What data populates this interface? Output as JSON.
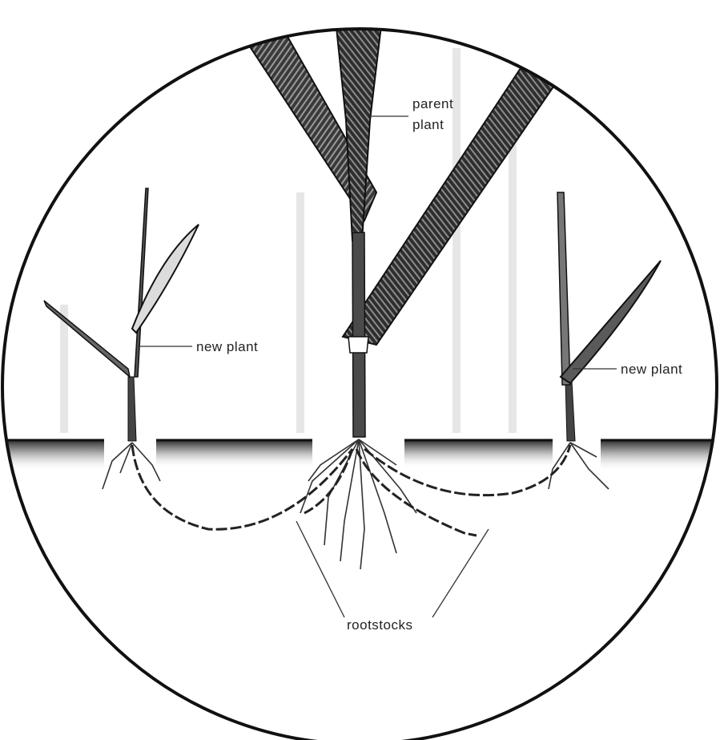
{
  "labels": {
    "parent_line1": "parent",
    "parent_line2": "plant",
    "new_plant_left": "new plant",
    "new_plant_right": "new plant",
    "rootstocks": "rootstocks"
  },
  "colors": {
    "ink": "#1a1a1a",
    "soil": "#2a2a2a",
    "background": "#ffffff"
  }
}
